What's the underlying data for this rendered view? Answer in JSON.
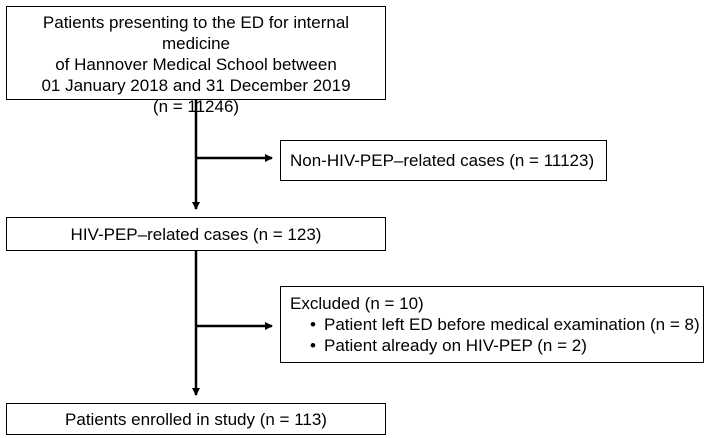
{
  "boxes": {
    "total": {
      "lines": [
        "Patients presenting to the ED for internal medicine",
        "of Hannover Medical School between",
        "01 January 2018 and 31 December 2019",
        "(n = 11246)"
      ]
    },
    "non_pep": {
      "text": "Non-HIV-PEP–related cases (n = 11123)"
    },
    "pep": {
      "text": "HIV-PEP–related cases (n = 123)"
    },
    "excluded": {
      "title": "Excluded (n = 10)",
      "items": [
        "Patient left ED before medical examination (n = 8)",
        "Patient already on HIV-PEP (n = 2)"
      ]
    },
    "enrolled": {
      "text": "Patients enrolled in study (n = 113)"
    }
  },
  "bullet_glyph": "•"
}
